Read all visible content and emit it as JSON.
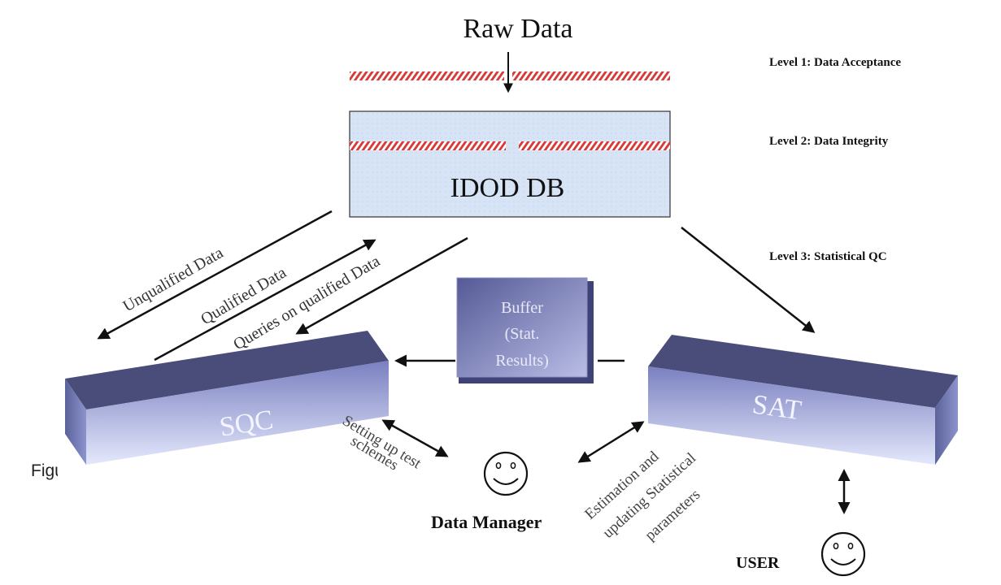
{
  "title": "Raw Data",
  "levels": {
    "level1": "Level 1: Data Acceptance",
    "level2": "Level 2: Data Integrity",
    "level3": "Level 3: Statistical QC"
  },
  "db_label": "IDOD DB",
  "buffer": {
    "line1": "Buffer",
    "line2": "(Stat.",
    "line3": "Results)"
  },
  "sqc_label": "SQC",
  "sat_label": "SAT",
  "flows": {
    "unqualified": "Unqualified Data",
    "qualified": "Qualified Data",
    "queries": "Queries on qualified Data",
    "setup_line1": "Setting up test",
    "setup_line2": "schemes",
    "estimation_line1": "Estimation and",
    "estimation_line2": "updating Statistical",
    "estimation_line3": "parameters"
  },
  "data_manager": "Data Manager",
  "user": "USER",
  "caption": "Figure",
  "colors": {
    "hatch_red": "#d83a3a",
    "db_fill": "#d8e6f6",
    "block_top": "#4a4d7a",
    "block_front_light": "#dfe4fb",
    "block_front_dark": "#6d74b4"
  }
}
